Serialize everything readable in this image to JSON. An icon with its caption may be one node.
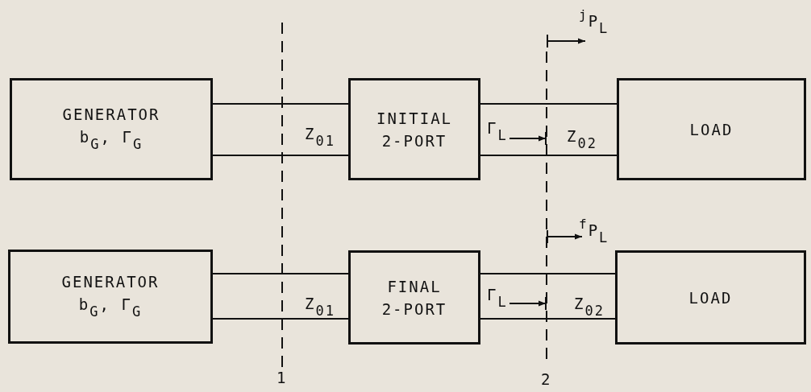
{
  "diagram": {
    "nodes": [
      {
        "text": [
          "GENERATOR",
          "b$_{G}$, Γ$_{G}$"
        ]
      },
      {
        "text": [
          "INITIAL 2-PORT"
        ]
      },
      {
        "text": [
          "LOAD"
        ]
      },
      {
        "text": [
          "GENERATOR",
          "b$_{G}$, Γ$_{G}$"
        ]
      },
      {
        "text": [
          "FINAL 2-PORT"
        ]
      },
      {
        "text": [
          "LOAD"
        ]
      }
    ],
    "edges": [
      {
        "from": 0,
        "to": 1,
        "arrow": "none",
        "label": "Z$_{01}$"
      },
      {
        "from": 1,
        "to": 2,
        "arrow": "none",
        "label": "Z$_{02}$"
      },
      {
        "from": 3,
        "to": 4,
        "arrow": "none",
        "label": "Z$_{01}$"
      },
      {
        "from": 4,
        "to": 5,
        "arrow": "none",
        "label": "Z$_{02}$"
      }
    ],
    "labels": [
      "$^{j}$P$_{L}$",
      "Γ$_{L}$",
      "$^{f}$P$_{L}$",
      "Γ$_{L}$",
      "1",
      "2"
    ]
  }
}
